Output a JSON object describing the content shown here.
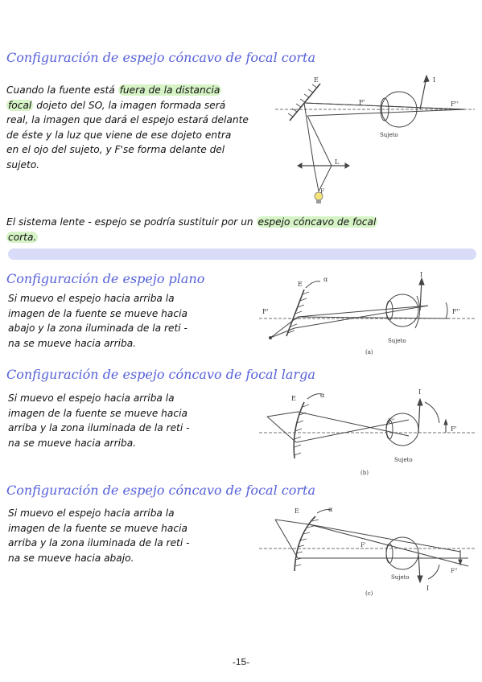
{
  "section1": {
    "title": "Configuración de espejo cóncavo de focal corta",
    "p1": "Cuando la fuente está",
    "p1_hl": "fuera de la distancia",
    "p2_hl": "focal",
    "p2": "dojeto del SO, la imagen formada será",
    "p3": "real, la imagen que dará el espejo estará delante",
    "p4": "de éste y la luz que viene de ese dojeto entra",
    "p5": "en el ojo del sujeto, y F'se forma delante del",
    "p6": "sujeto."
  },
  "fig1": {
    "E": "E",
    "I": "I",
    "F1": "F'",
    "F2": "F''",
    "L": "L",
    "F": "F",
    "sujeto": "Sujeto"
  },
  "note": {
    "l1_a": "El sistema lente - espejo se podría sustituir por un",
    "l1_hl": "espejo cóncavo de focal",
    "l2_hl": "corta."
  },
  "section2": {
    "title": "Configuración de espejo plano",
    "lines": [
      "Si muevo el espejo hacia arriba la",
      "imagen de la fuente se mueve hacia",
      "abajo y la zona iluminada de la reti -",
      "na se mueve hacia arriba."
    ]
  },
  "fig2": {
    "E": "E",
    "alpha": "α",
    "I": "I",
    "F1": "F'",
    "F2": "F''",
    "sujeto": "Sujeto",
    "cap": "(a)"
  },
  "section3": {
    "title": "Configuración de espejo cóncavo de focal larga",
    "lines": [
      "Si muevo el espejo hacia arriba la",
      "imagen de la fuente se mueve hacia",
      "arriba y la zona iluminada de la reti -",
      "na se mueve hacia arriba."
    ]
  },
  "fig3": {
    "E": "E",
    "alpha": "α",
    "I": "I",
    "F1": "F''",
    "F2": "F'",
    "sujeto": "Sujeto",
    "cap": "(b)"
  },
  "section4": {
    "title": "Configuración de espejo cóncavo de focal corta",
    "lines": [
      "Si muevo el espejo hacia arriba la",
      "imagen de la fuente se mueve hacia",
      "arriba y la zona iluminada de la reti -",
      "na se mueve hacia abajo."
    ]
  },
  "fig4": {
    "E": "E",
    "alpha": "α",
    "I": "I",
    "F1": "F'",
    "F2": "F''",
    "sujeto": "Sujeto",
    "cap": "(c)"
  },
  "footer": {
    "page": "-15-"
  }
}
